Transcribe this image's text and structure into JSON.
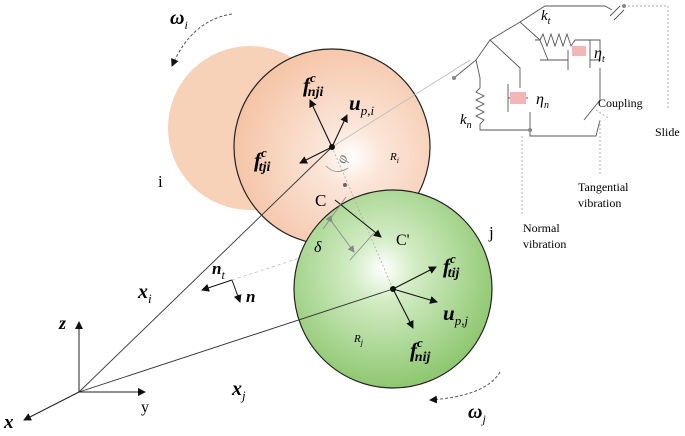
{
  "diagram": {
    "axes": {
      "z": "z",
      "y": "y",
      "x": "x"
    },
    "position_vectors": {
      "xi": "x",
      "xi_sub": "i",
      "xj": "x",
      "xj_sub": "j"
    },
    "normals": {
      "nt": "n",
      "nt_sub": "t",
      "n": "n"
    },
    "particle_i": {
      "label": "i",
      "radius_label": "R",
      "radius_sub": "i",
      "omega": "ω",
      "omega_sub": "i",
      "f_normal": "f",
      "f_normal_sup": "c",
      "f_normal_sub": "nji",
      "f_tangent": "f",
      "f_tangent_sup": "c",
      "f_tangent_sub": "tji",
      "u": "u",
      "u_sub": "p,i",
      "angle": "φ"
    },
    "particle_j": {
      "label": "j",
      "radius_label": "R",
      "radius_sub": "j",
      "omega": "ω",
      "omega_sub": "j",
      "f_normal": "f",
      "f_normal_sup": "c",
      "f_normal_sub": "nij",
      "f_tangent": "f",
      "f_tangent_sup": "c",
      "f_tangent_sub": "tij",
      "u": "u",
      "u_sub": "p,j"
    },
    "contact": {
      "c": "C",
      "c_prime": "C'",
      "delta": "δ"
    },
    "spring_dashpot": {
      "kt": "k",
      "kt_sub": "t",
      "eta_t": "η",
      "eta_t_sub": "t",
      "kn": "k",
      "kn_sub": "n",
      "eta_n": "η",
      "eta_n_sub": "n"
    },
    "annotations": {
      "coupling": "Coupling",
      "slide": "Slide",
      "tangential": [
        "Tangential",
        "vibration"
      ],
      "normal": [
        "Normal",
        "vibration"
      ]
    },
    "colors": {
      "particle_i_fill": "#f5c4a6",
      "particle_j_fill": "#8fc872",
      "line": "#222222",
      "grey": "#888888",
      "dashpot": "#f2b6b6"
    }
  }
}
